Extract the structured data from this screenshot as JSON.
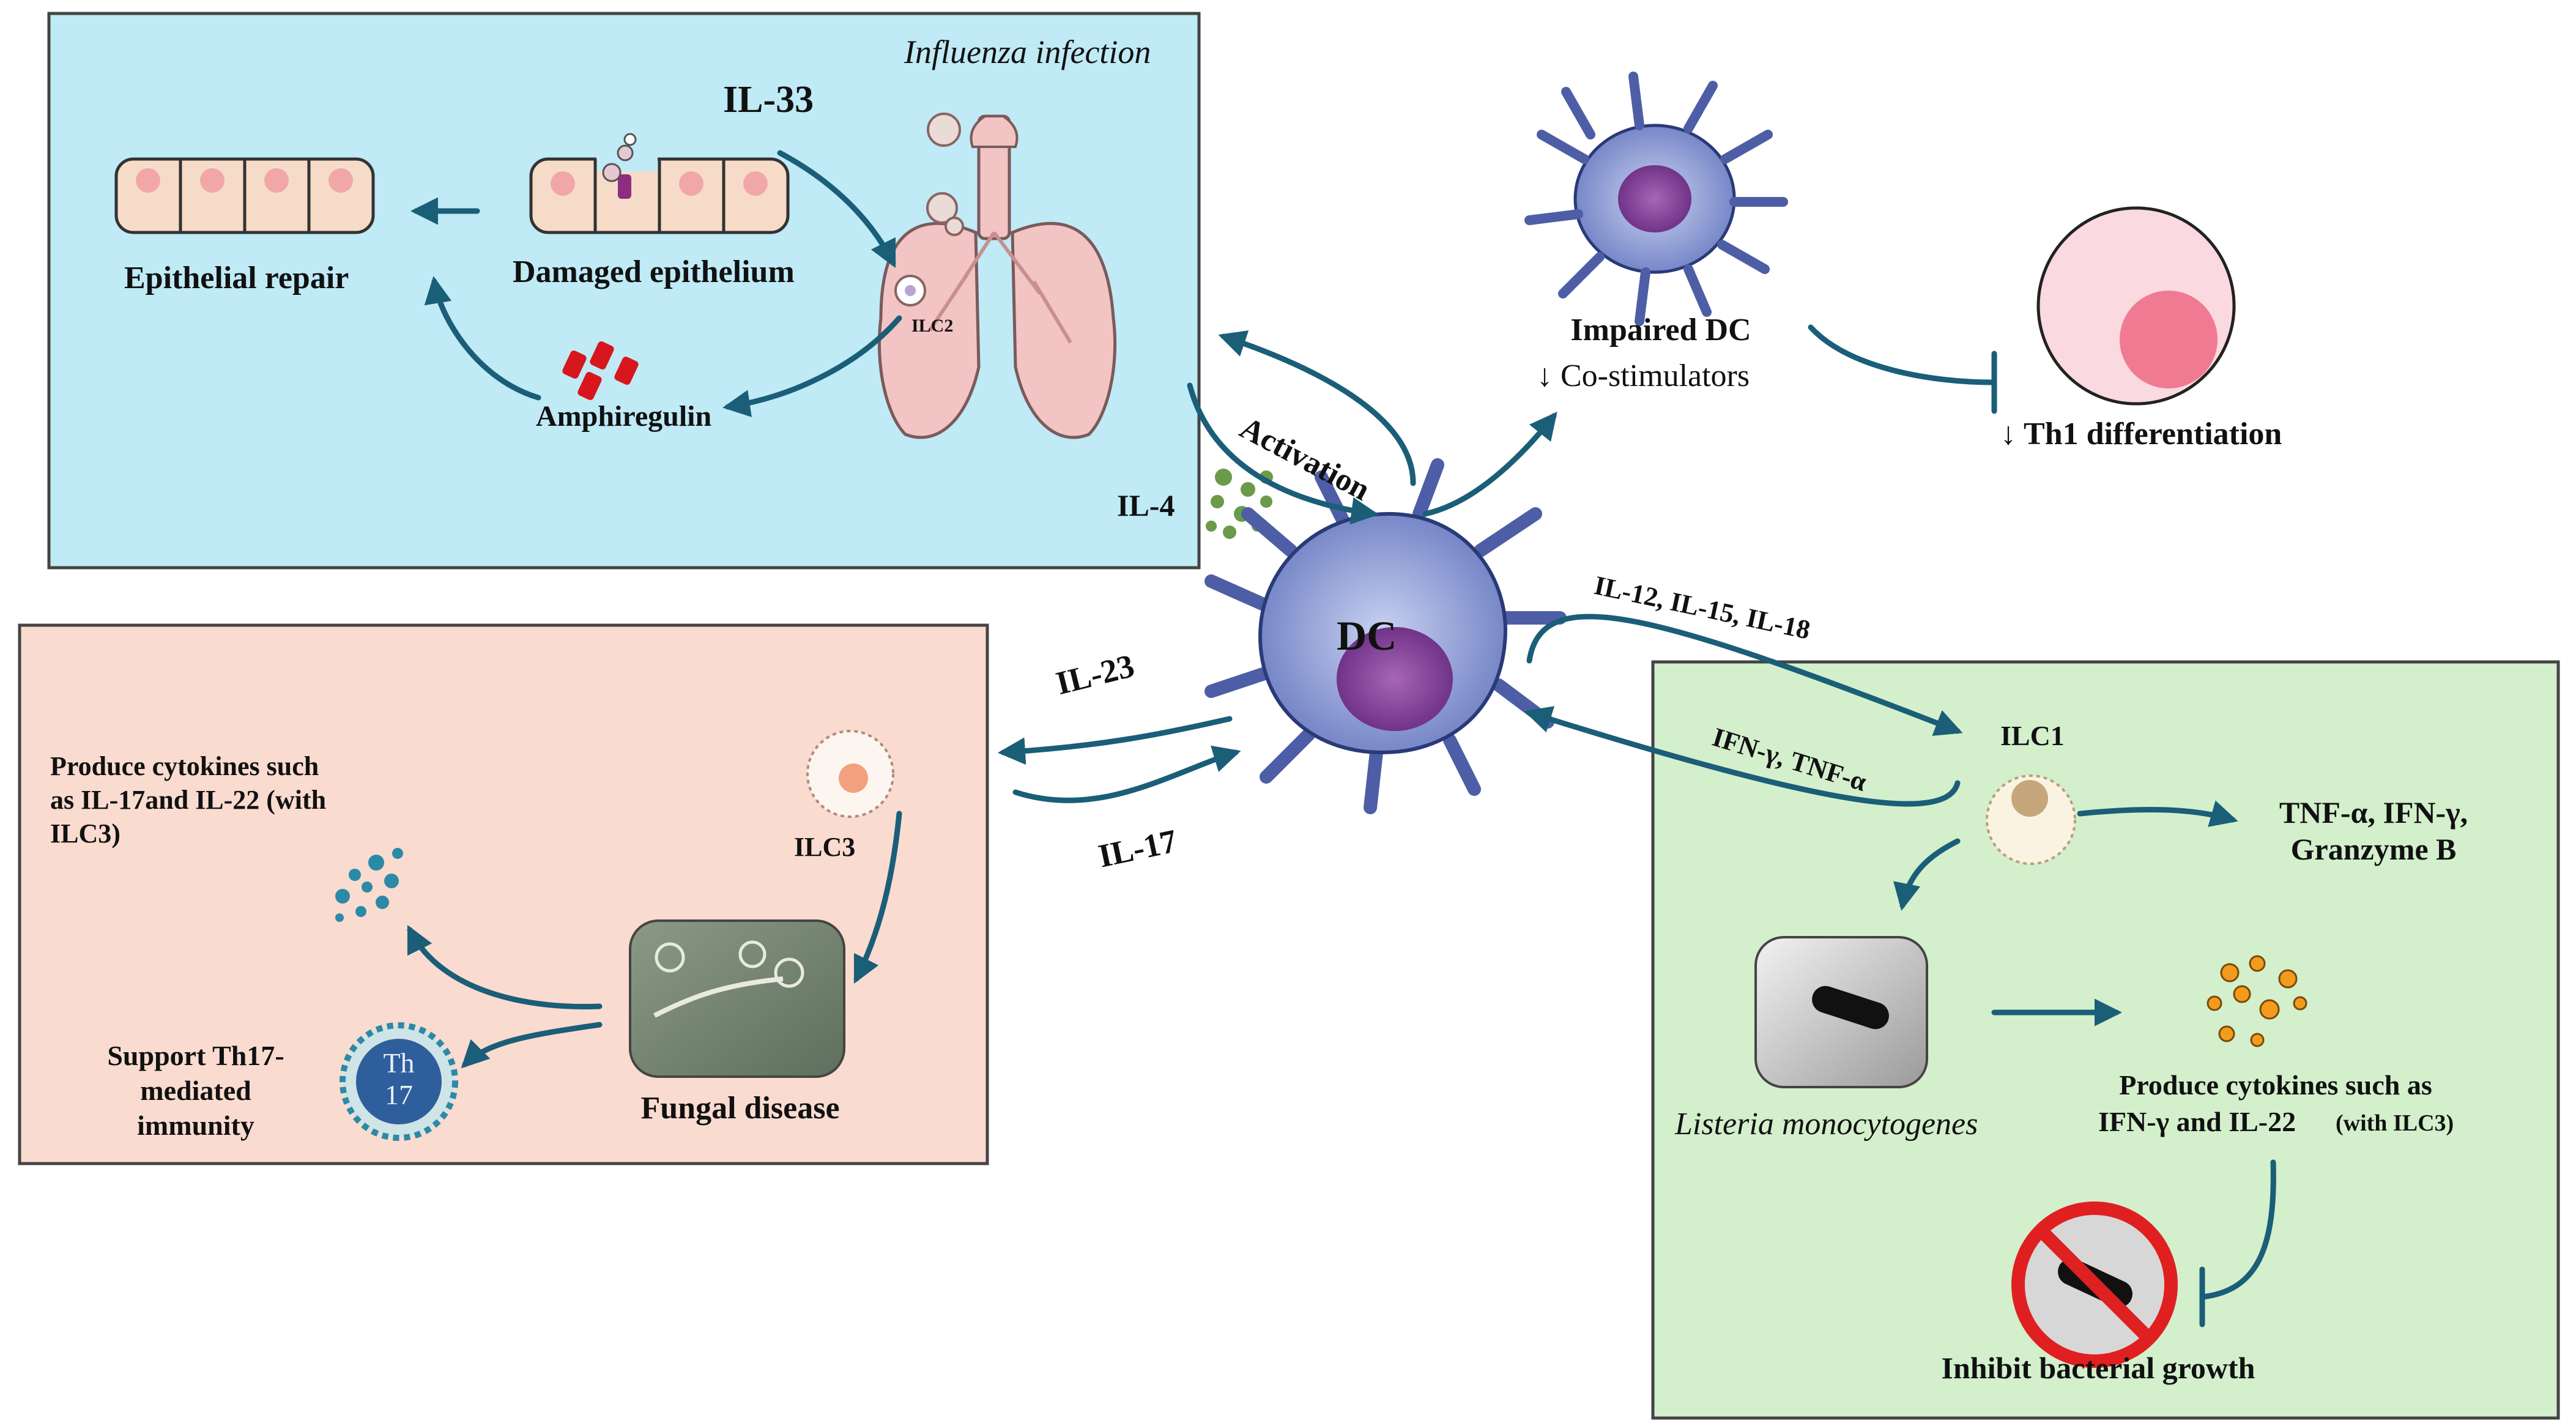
{
  "colors": {
    "influenza_panel": "#bfeaf6",
    "fungal_panel": "#fadbd0",
    "listeria_panel": "#d3efcc",
    "arrow": "#1a5e78",
    "dc_cell": "#7f90cf",
    "dc_nucleus": "#8c4a9e",
    "lung": "#f2c4c4",
    "amphiregulin": "#d7161e",
    "no_sign": "#e02020"
  },
  "influenza": {
    "title": "Influenza infection",
    "il33": "IL-33",
    "epithelial_repair": "Epithelial  repair",
    "damaged_epithelium": "Damaged epithelium",
    "ilc2": "ILC2",
    "amphiregulin": "Amphiregulin",
    "il4": "IL-4",
    "activation": "Activation"
  },
  "dc": {
    "label": "DC",
    "impaired": "Impaired DC",
    "costim": "↓ Co-stimulators",
    "th1": "↓ Th1 differentiation"
  },
  "fungal": {
    "il23": "IL-23",
    "il17": "IL-17",
    "produce_line1": "Produce cytokines such",
    "produce_line2": "as IL-17and IL-22  (with",
    "produce_line3": "ILC3)",
    "ilc3": "ILC3",
    "support_line1": "Support Th17-",
    "support_line2": "mediated",
    "support_line3": "immunity",
    "th17_line1": "Th",
    "th17_line2": "17",
    "fungal_disease": "Fungal disease"
  },
  "listeria": {
    "il_signals": "IL-12, IL-15, IL-18",
    "ifn_tnf": "IFN-γ, TNF-α",
    "ilc1": "ILC1",
    "out_line1": "TNF-α, IFN-γ,",
    "out_line2": "Granzyme B",
    "bacterium": "Listeria monocytogenes",
    "produce_line1": "Produce cytokines such as",
    "produce_line2a": "IFN-γ and IL-22",
    "produce_line2b": "(with ILC3)",
    "inhibit": "Inhibit  bacterial growth"
  },
  "icons": [
    "dendritic-cell-icon",
    "lung-icon",
    "epithelium-icon",
    "ilc-cell-icon",
    "th17-cell-icon",
    "fungal-photo-icon",
    "bacterium-photo-icon",
    "no-sign-icon",
    "cytokine-dots-icon",
    "th1-cell-icon"
  ]
}
